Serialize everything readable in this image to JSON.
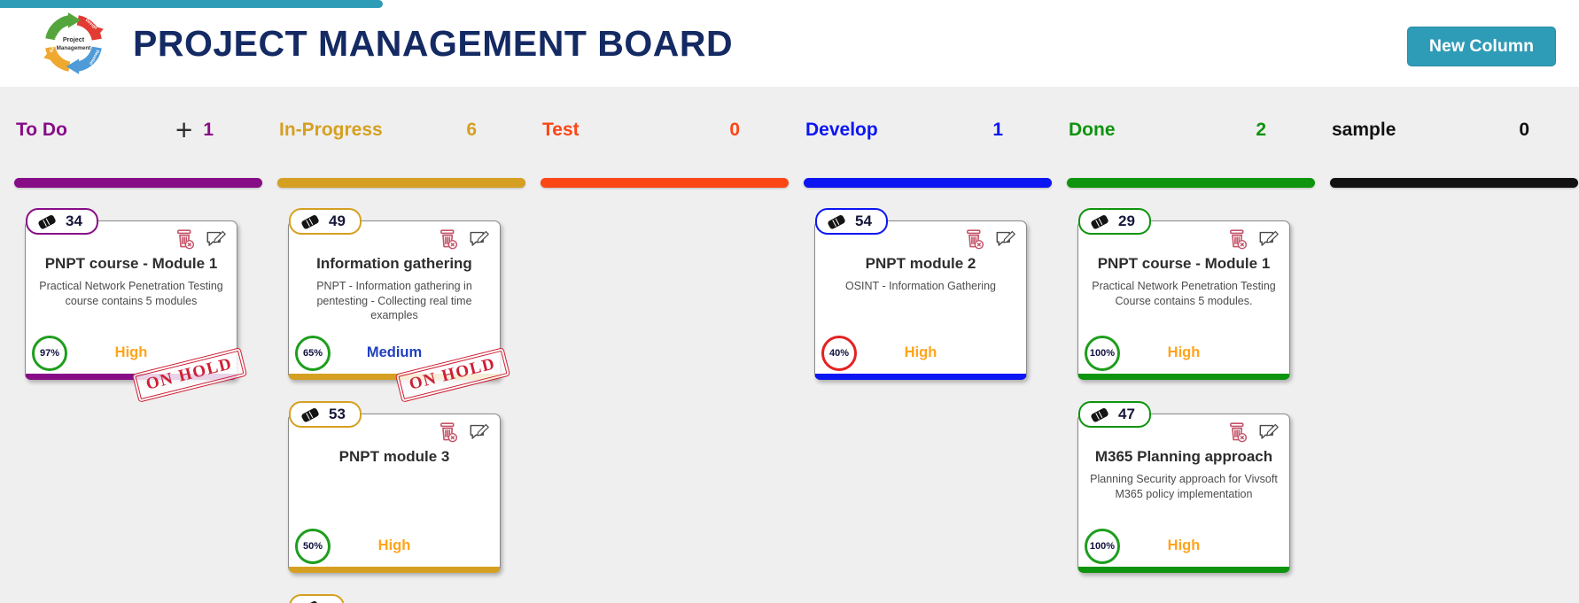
{
  "header": {
    "title": "PROJECT MANAGEMENT BOARD",
    "new_column_label": "New Column",
    "accent_color": "#2f9cb7",
    "logo": {
      "center_line1": "Project",
      "center_line2": "Management",
      "arrow_labels": [
        "Evaluate",
        "Design",
        "Develop",
        "Analyze"
      ],
      "arrow_colors": [
        "#54a53c",
        "#e23b33",
        "#4f9bd8",
        "#efa92f"
      ]
    }
  },
  "icons": {
    "add_card": "+",
    "tag": "tag-icon",
    "delete": "trash-delete-icon",
    "edit": "comment-edit-icon"
  },
  "board": {
    "columns": [
      {
        "name": "To Do",
        "count": "1",
        "color": "#870d87",
        "has_add_button": true,
        "cards": [
          {
            "tag": "34",
            "title": "PNPT course - Module 1",
            "description": "Practical Network Penetration Testing course contains 5 modules",
            "progress": "97%",
            "progress_color": "#1e9e1e",
            "priority": "High",
            "priority_color": "#ffa41b",
            "stamp": "ON HOLD"
          }
        ]
      },
      {
        "name": "In-Progress",
        "count": "6",
        "color": "#d5a021",
        "has_add_button": false,
        "cards": [
          {
            "tag": "49",
            "title": "Information gathering",
            "description": "PNPT - Information gathering in pentesting - Collecting real time examples",
            "progress": "65%",
            "progress_color": "#1e9e1e",
            "priority": "Medium",
            "priority_color": "#1f3fc0",
            "stamp": "ON HOLD"
          },
          {
            "tag": "53",
            "title": "PNPT module 3",
            "description": "",
            "progress": "50%",
            "progress_color": "#1e9e1e",
            "priority": "High",
            "priority_color": "#ffa41b"
          },
          {
            "tag": "",
            "partial": true
          }
        ]
      },
      {
        "name": "Test",
        "count": "0",
        "color": "#fb4616",
        "has_add_button": false,
        "cards": []
      },
      {
        "name": "Develop",
        "count": "1",
        "color": "#0b16f2",
        "has_add_button": false,
        "cards": [
          {
            "tag": "54",
            "title": "PNPT module 2",
            "description": "OSINT - Information Gathering",
            "progress": "40%",
            "progress_color": "#e32222",
            "priority": "High",
            "priority_color": "#ffa41b"
          }
        ]
      },
      {
        "name": "Done",
        "count": "2",
        "color": "#0e940e",
        "has_add_button": false,
        "cards": [
          {
            "tag": "29",
            "title": "PNPT course - Module 1",
            "description": "Practical Network Penetration Testing Course contains 5 modules.",
            "progress": "100%",
            "progress_color": "#1e9e1e",
            "priority": "High",
            "priority_color": "#ffa41b"
          },
          {
            "tag": "47",
            "title": "M365 Planning approach",
            "description": "Planning Security approach for Vivsoft M365 policy implementation",
            "progress": "100%",
            "progress_color": "#1e9e1e",
            "priority": "High",
            "priority_color": "#ffa41b"
          }
        ]
      },
      {
        "name": "sample",
        "count": "0",
        "color": "#111111",
        "has_add_button": false,
        "cards": []
      }
    ]
  }
}
